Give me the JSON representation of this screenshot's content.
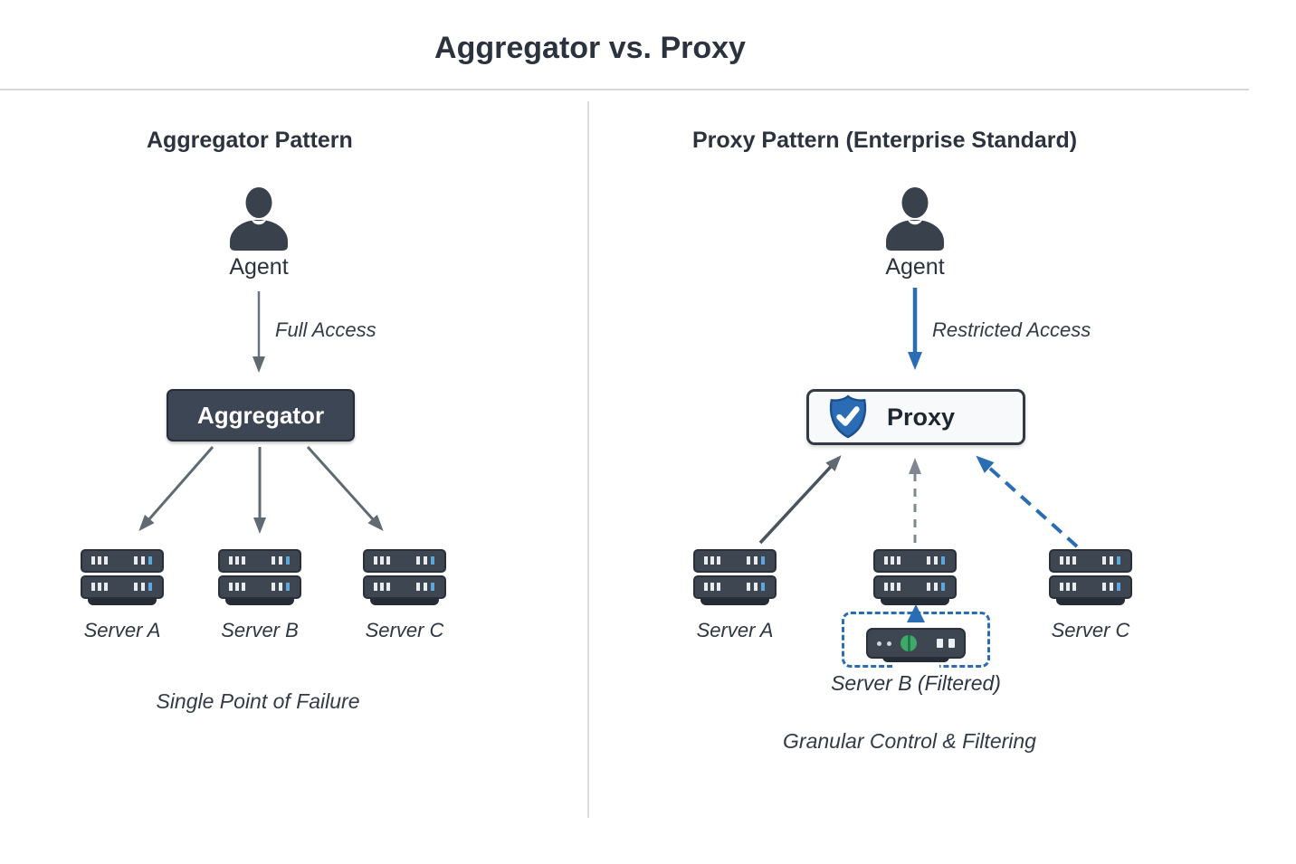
{
  "title": "Aggregator vs. Proxy",
  "left_panel": {
    "heading": "Aggregator Pattern",
    "agent_label": "Agent",
    "arrow_label": "Full Access",
    "hub_label": "Aggregator",
    "servers": [
      "Server A",
      "Server B",
      "Server C"
    ],
    "caption": "Single Point of Failure"
  },
  "right_panel": {
    "heading": "Proxy Pattern (Enterprise Standard)",
    "agent_label": "Agent",
    "arrow_label": "Restricted Access",
    "hub_label": "Proxy",
    "server_a_label": "Server A",
    "server_c_label": "Server C",
    "filtered_label": "Server B (Filtered)",
    "caption": "Granular Control & Filtering"
  },
  "icons": {
    "agent": "person-silhouette",
    "proxy_shield": "shield-with-checkmark",
    "server": "server-rack",
    "filtered_server": "server-unit-with-green-status"
  },
  "colors": {
    "ink": "#2b333f",
    "accent_blue": "#2a6db5",
    "arrow_gray": "#5f6a73",
    "dashed_gray": "#808790",
    "server_body": "#3e4652",
    "hub_dark_bg": "#3d4654",
    "proxy_box_bg": "#f8f9fa",
    "status_green": "#3fa96b",
    "divider_gray": "#d7d7d7"
  }
}
